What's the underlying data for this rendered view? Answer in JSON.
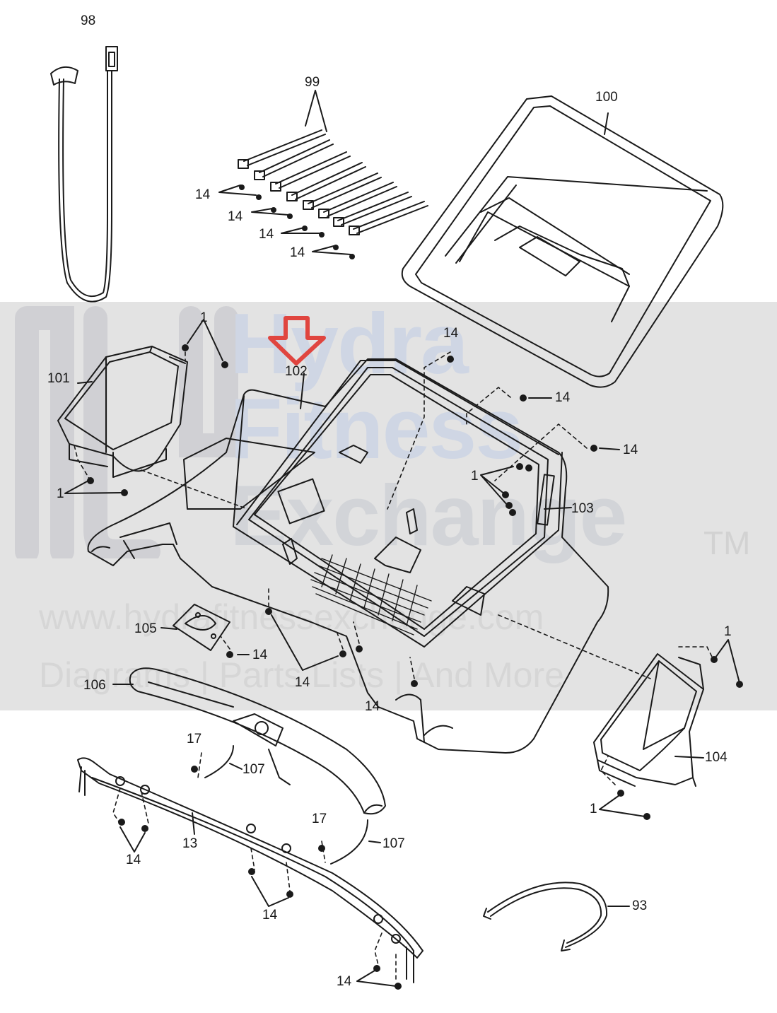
{
  "watermark": {
    "brand_line1": "Hydra",
    "brand_line2": "Fitness",
    "brand_line3": "Exchange",
    "trademark": "TM",
    "url": "www.hydrafitnessexchange.com",
    "tagline": "Diagrams | Parts Lists | And More"
  },
  "colors": {
    "band": "#e3e3e3",
    "highlight_arrow": "#e0453f",
    "line_art": "#1a1a1a"
  },
  "part_labels": [
    "98",
    "99",
    "100",
    "14",
    "14",
    "14",
    "14",
    "1",
    "101",
    "1",
    "102",
    "14",
    "14",
    "14",
    "1",
    "103",
    "105",
    "14",
    "14",
    "14",
    "106",
    "1",
    "104",
    "1",
    "17",
    "107",
    "13",
    "14",
    "17",
    "107",
    "14",
    "93",
    "14"
  ],
  "highlighted_part": "102"
}
